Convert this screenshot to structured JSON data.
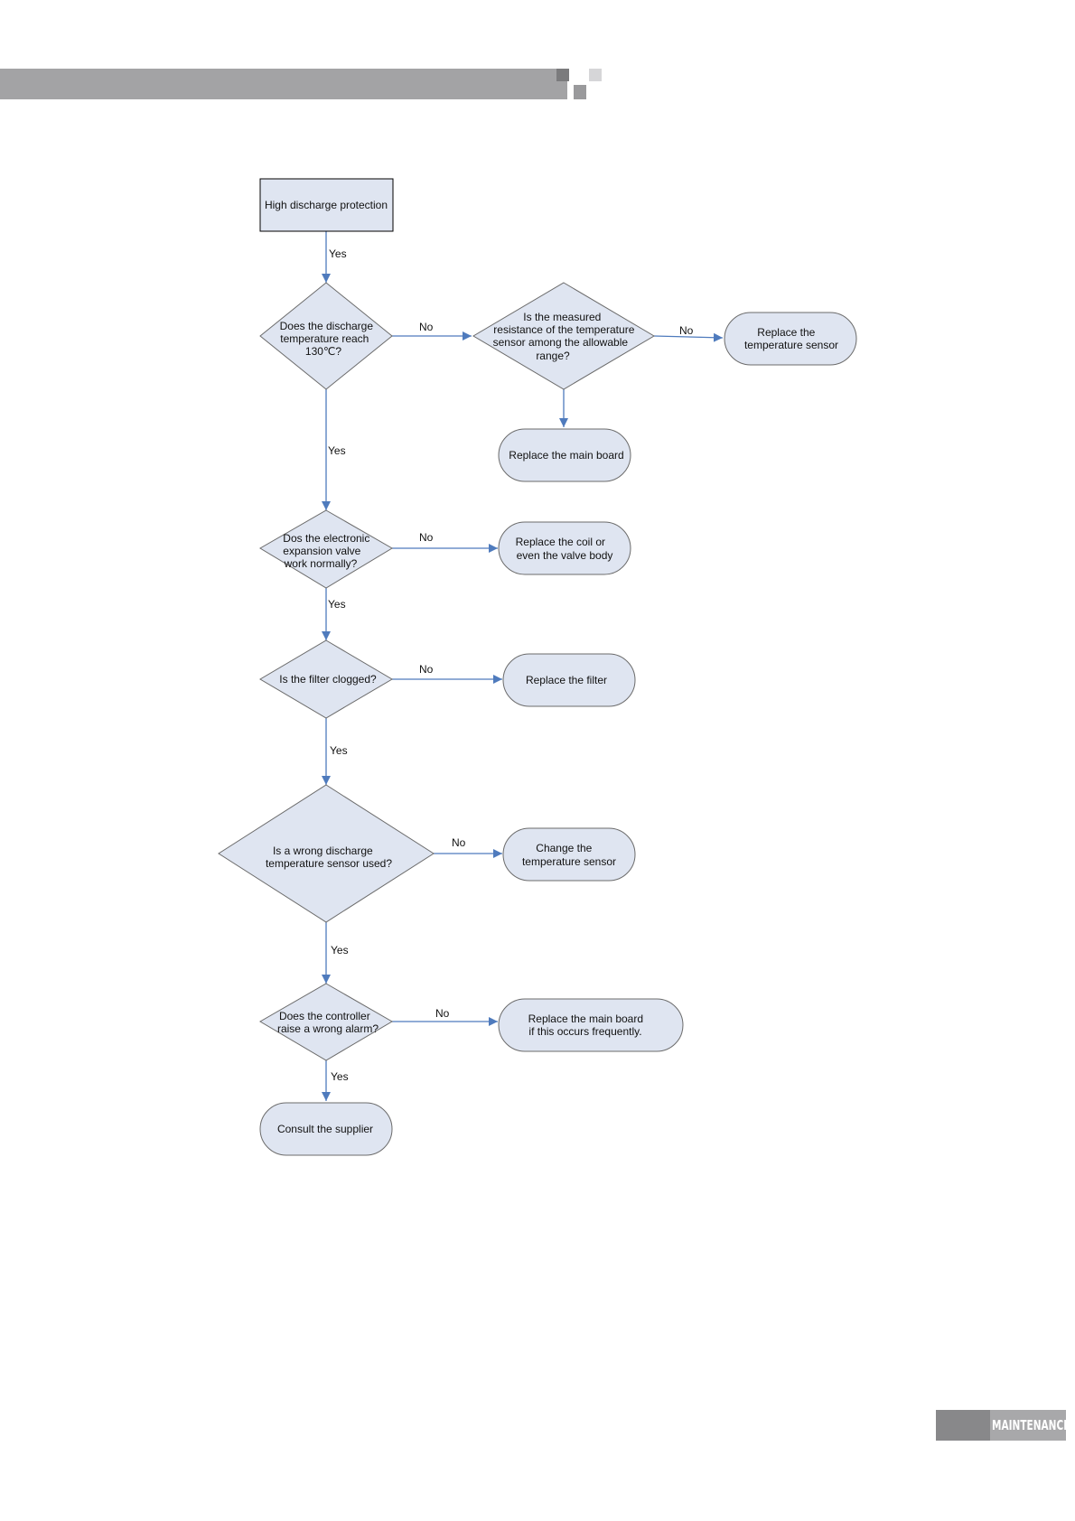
{
  "nodes": {
    "start": [
      "High discharge protection"
    ],
    "q_temp": [
      "Does the discharge",
      "temperature reach",
      "130℃?"
    ],
    "q_resistance": [
      "Is the measured",
      "resistance of the temperature",
      "sensor among the allowable",
      "range?"
    ],
    "replace_sensor": [
      "Replace the",
      "temperature sensor"
    ],
    "replace_board": [
      "Replace the main board"
    ],
    "q_valve": [
      "Dos the electronic",
      "expansion valve",
      "work normally?"
    ],
    "replace_coil": [
      "Replace the coil or",
      "even the valve body"
    ],
    "q_filter": [
      "Is the filter clogged?"
    ],
    "replace_filter": [
      "Replace the filter"
    ],
    "q_wrong_sensor": [
      "Is a wrong discharge",
      "temperature sensor used?"
    ],
    "change_sensor": [
      "Change the",
      "temperature sensor"
    ],
    "q_alarm": [
      "Does the controller",
      "raise a wrong alarm?"
    ],
    "replace_board_freq": [
      "Replace the main board",
      "if this occurs frequently."
    ],
    "consult": [
      "Consult the supplier"
    ]
  },
  "edge_labels": {
    "yes": "Yes",
    "no": "No"
  },
  "footer": {
    "section": "MAINTENANCE"
  },
  "colors": {
    "node_fill": "#dfe5f1",
    "arrow": "#4f7bbd",
    "header_bar": "#a3a3a5"
  }
}
